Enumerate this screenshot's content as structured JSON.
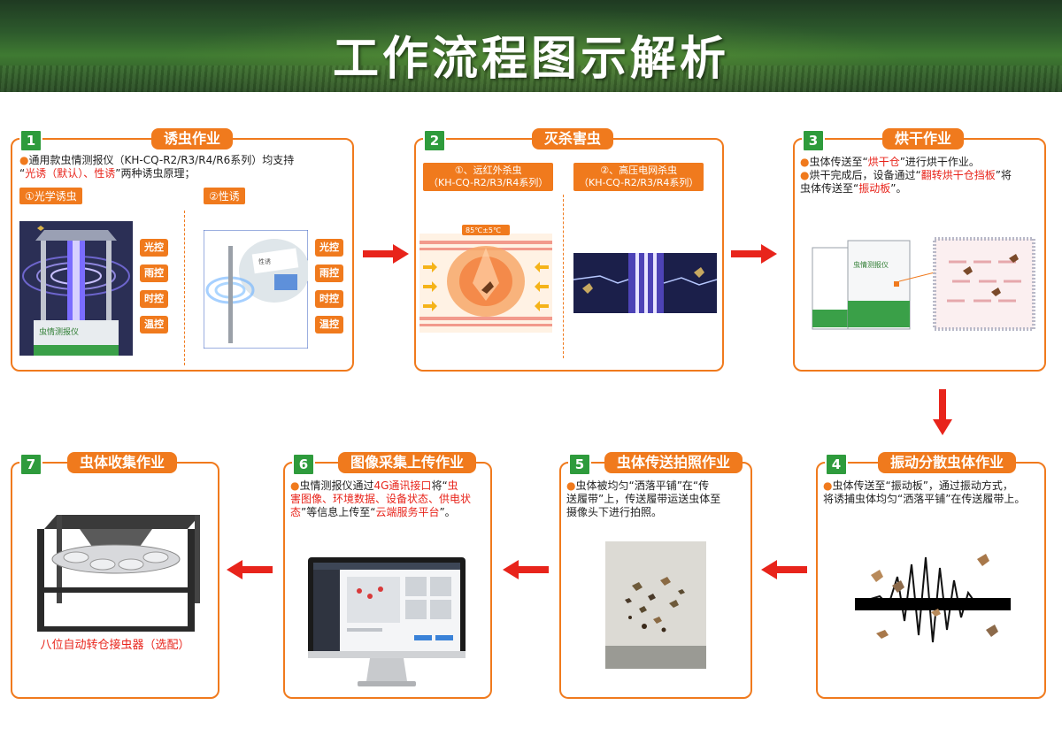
{
  "title": "工作流程图示解析",
  "steps": {
    "s1": {
      "num": "1",
      "title": "诱虫作业",
      "desc_a": "通用款虫情测报仪（KH-CQ-R2/R3/R4/R6系列）均支持",
      "desc_q1": "“",
      "desc_hl": "光诱（默认）、性诱",
      "desc_q2": "”",
      "desc_b": "两种诱虫原理；",
      "sub1": "①光学诱虫",
      "sub2": "②性诱",
      "controls": [
        "光控",
        "雨控",
        "时控",
        "温控"
      ],
      "device_label": "虫情测报仪",
      "lure_label": "性诱"
    },
    "s2": {
      "num": "2",
      "title": "灭杀害虫",
      "sub1_line1": "①、远红外杀虫",
      "sub1_line2": "（KH-CQ-R2/R3/R4系列）",
      "sub2_line1": "②、高压电网杀虫",
      "sub2_line2": "（KH-CQ-R2/R3/R4系列）",
      "temp": "85℃±5℃"
    },
    "s3": {
      "num": "3",
      "title": "烘干作业",
      "l1_a": "虫体传送至“",
      "l1_hl": "烘干仓",
      "l1_b": "”进行烘干作业。",
      "l2_a": "烘干完成后，设备通过“",
      "l2_hl": "翻转烘干仓挡板",
      "l2_b": "”将",
      "l3_a": "虫体传送至“",
      "l3_hl": "振动板",
      "l3_b": "”。",
      "device_label": "虫情测报仪"
    },
    "s4": {
      "num": "4",
      "title": "振动分散虫体作业",
      "line1": "虫体传送至“振动板”，通过振动方式，",
      "line2": "将诱捕虫体均匀“洒落平铺”在传送履带上。"
    },
    "s5": {
      "num": "5",
      "title": "虫体传送拍照作业",
      "line1": "虫体被均匀“洒落平铺”在“传",
      "line2": "送履带”上，传送履带运送虫体至",
      "line3": "摄像头下进行拍照。"
    },
    "s6": {
      "num": "6",
      "title": "图像采集上传作业",
      "l1_a": "虫情测报仪通过",
      "l1_hl": "4G通讯接口",
      "l1_b": "将“",
      "l1_hl2": "虫",
      "l2": "害图像、环境数据、设备状态、供电状",
      "l3_a": "态",
      "l3_b": "”等信息上传至“",
      "l3_hl": "云端服务平台",
      "l3_c": "”。"
    },
    "s7": {
      "num": "7",
      "title": "虫体收集作业",
      "caption": "八位自动转仓接虫器（选配）"
    }
  },
  "colors": {
    "accent": "#f07a1d",
    "step_badge": "#2e9b3c",
    "highlight": "#e8241b",
    "arrow": "#e8241b"
  }
}
